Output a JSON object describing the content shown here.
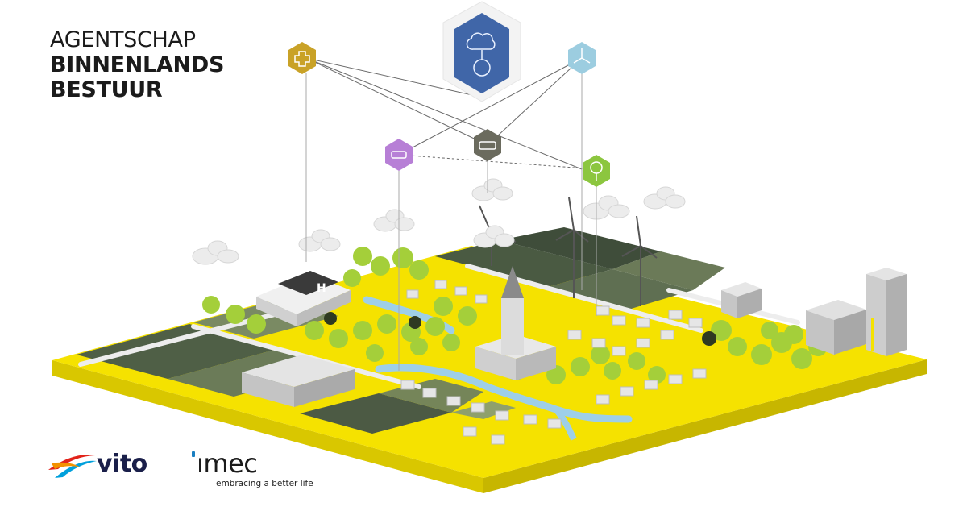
{
  "agency": {
    "line1": "AGENTSCHAP",
    "line2": "BINNENLANDS",
    "line3": "BESTUUR"
  },
  "partners": {
    "vito": "vito",
    "imec": "ımec",
    "imec_tagline": "embracing a better life"
  },
  "colors": {
    "yellow": "#f5e200",
    "field_dark": "#5a6b50",
    "tree": "#a4cf3a",
    "water": "#9ecfe8",
    "building": "#e6e6e6"
  },
  "icons": [
    {
      "name": "medical-cross-icon",
      "color": "#c9a227"
    },
    {
      "name": "cloud-gear-icon",
      "color": "#4066a8"
    },
    {
      "name": "wind-turbine-icon",
      "color": "#9ccde0"
    },
    {
      "name": "car-icon",
      "color": "#b77fd6"
    },
    {
      "name": "truck-icon",
      "color": "#6b6b5e"
    },
    {
      "name": "tree-icon",
      "color": "#8cc63f"
    }
  ]
}
